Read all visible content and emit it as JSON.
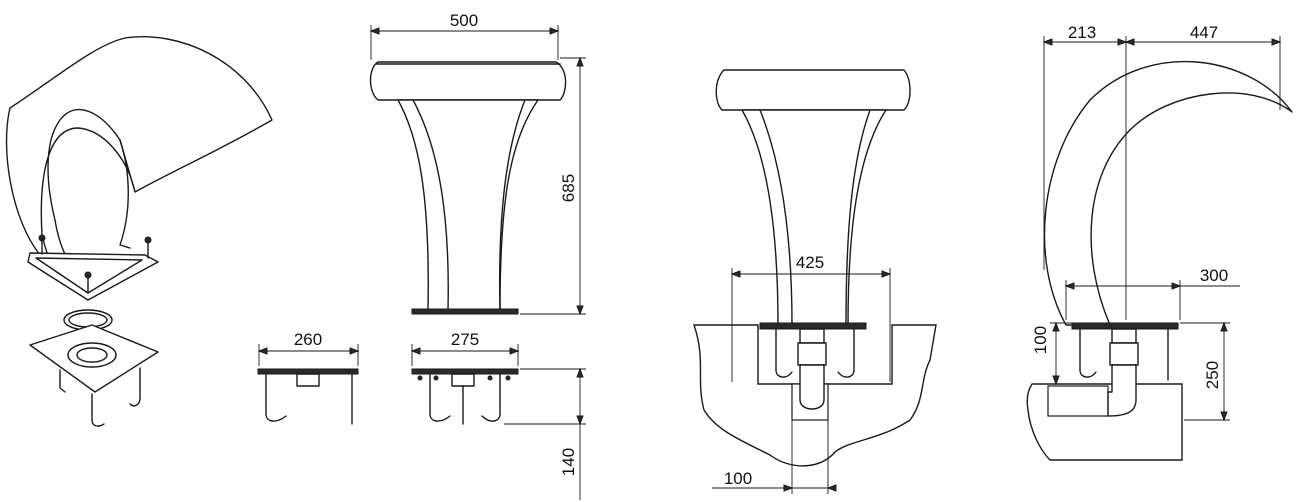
{
  "dimensions": {
    "dome_width": "500",
    "dome_height": "685",
    "base_plate_width": "260",
    "anchor_plate_width": "275",
    "anchor_height": "140",
    "installed_width": "425",
    "pipe_offset": "100",
    "arc_left": "213",
    "arc_right": "447",
    "arc_base_width": "300",
    "side_height": "100",
    "side_depth": "250"
  }
}
